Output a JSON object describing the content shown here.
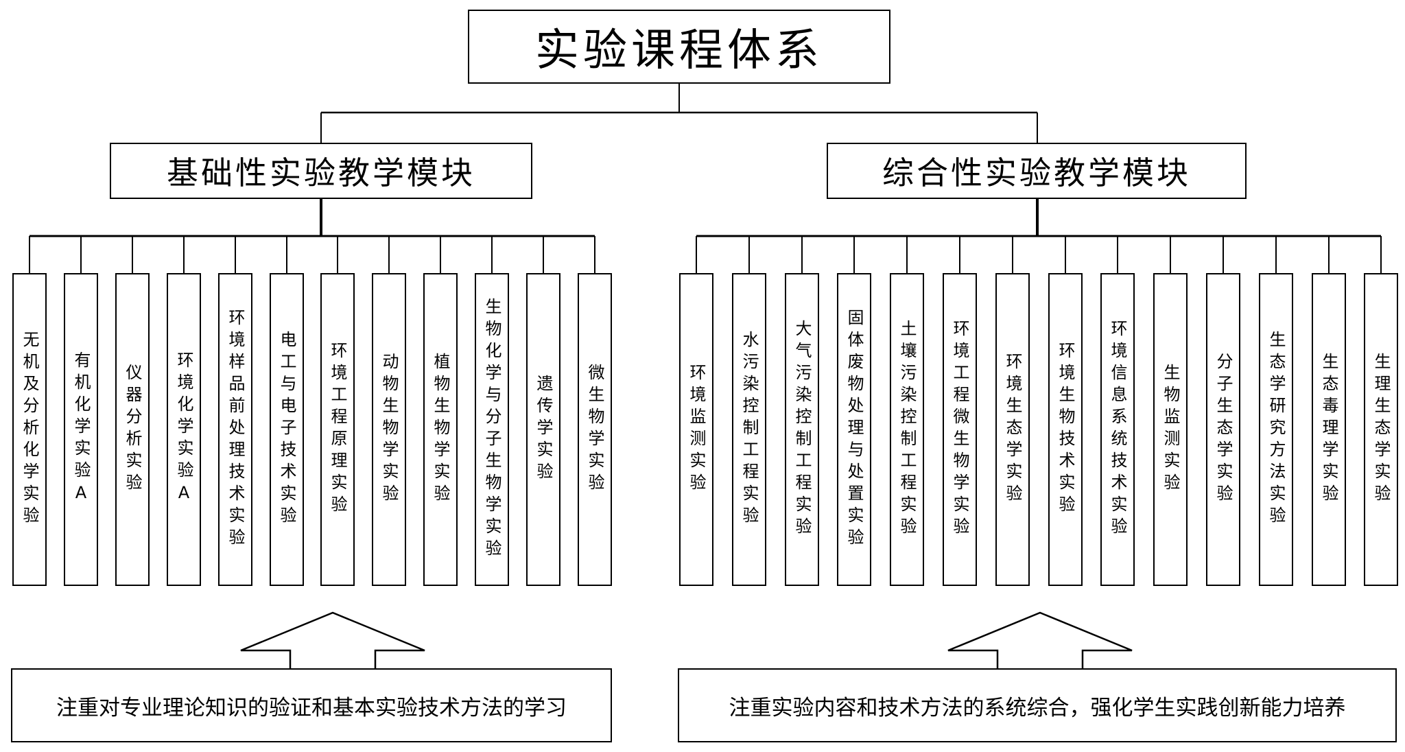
{
  "root": {
    "title": "实验课程体系"
  },
  "modules": [
    {
      "title": "基础性实验教学模块",
      "courses": [
        "无机及分析化学实验",
        "有机化学实验A",
        "仪器分析实验",
        "环境化学实验A",
        "环境样品前处理技术实验",
        "电工与电子技术实验",
        "环境工程原理实验",
        "动物生物学实验",
        "植物生物学实验",
        "生物化学与分子生物学实验",
        "遗传学实验",
        "微生物学实验"
      ],
      "note": "注重对专业理论知识的验证和基本实验技术方法的学习"
    },
    {
      "title": "综合性实验教学模块",
      "courses": [
        "环境监测实验",
        "水污染控制工程实验",
        "大气污染控制工程实验",
        "固体废物处理与处置实验",
        "土壤污染控制工程实验",
        "环境工程微生物学实验",
        "环境生态学实验",
        "环境生物技术实验",
        "环境信息系统技术实验",
        "生物监测实验",
        "分子生态学实验",
        "生态学研究方法实验",
        "生态毒理学实验",
        "生理生态学实验"
      ],
      "note": "注重实验内容和技术方法的系统综合，强化学生实践创新能力培养"
    }
  ]
}
